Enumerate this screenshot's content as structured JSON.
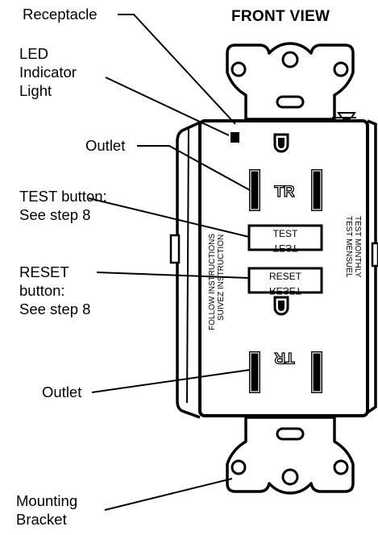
{
  "title": "FRONT VIEW",
  "callouts": {
    "receptacle": "Receptacle",
    "led": [
      "LED",
      "Indicator",
      "Light"
    ],
    "outlet_top": "Outlet",
    "test": [
      "TEST button:",
      "See step 8"
    ],
    "reset": [
      "RESET",
      "button:",
      "See step 8"
    ],
    "outlet_bottom": "Outlet",
    "bracket": [
      "Mounting",
      "Bracket"
    ]
  },
  "device": {
    "tr_mark": "TR",
    "test_button": "TEST",
    "reset_button": "RESET",
    "left_side_text": [
      "FOLLOW INSTRUCTIONS",
      "SUIVEZ INSTRUCTION"
    ],
    "right_side_text": [
      "TEST MONTHLY",
      "TEST MENSUEL"
    ]
  }
}
